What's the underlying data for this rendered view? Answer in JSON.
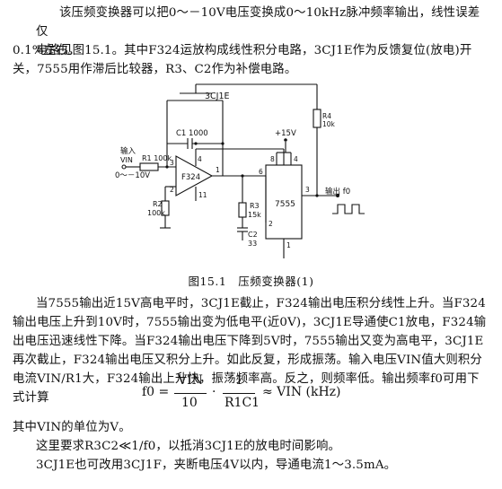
{
  "text": {
    "p1_a": "该压频变换器可以把0～－10V电压变换成0～10kHz脉冲频率输出，线性误差仅",
    "p1_b": "0.1%左右。",
    "p2": "电路见图15.1。其中F324运放构成线性积分电路，3CJ1E作为反馈复位(放电)开关，7555用作滞后比较器，R3、C2作为补偿电路。",
    "p3": "当7555输出近15V高电平时，3CJ1E截止，F324输出电压积分线性上升。当F324输出电压上升到10V时，7555输出变为低电平(近0V)，3CJ1E导通使C1放电，F324输出电压迅速线性下降。当F324输出电压下降到5V时，7555输出又变为高电平，3CJ1E再次截止，F324输出电压又积分上升。如此反复，形成振荡。输入电压VIN值大则积分电流VIN/R1大，F324输出上升快，振荡频率高。反之，则频率低。输出频率f0可用下式计算",
    "p4": "其中VIN的单位为V。",
    "p5": "这里要求R3C2≪1/f0，以抵消3CJ1E的放电时间影响。",
    "p6": "3CJ1E也可改用3CJ1F，夹断电压4V以内，导通电流1～3.5mA。"
  },
  "caption": "图15.1　压频变换器(1)",
  "formula": {
    "lhs": "f0 =",
    "num1": "VIN",
    "den1": "10",
    "dot": "·",
    "num2": "1",
    "den2": "R1C1",
    "rhs": "≈ VIN (kHz)"
  },
  "circuit": {
    "q1": "3CJ1E",
    "c1": "C1 1000",
    "vcc": "+15V",
    "input_label": "输入",
    "vin": "VIN",
    "r1": "R1 100k",
    "range": "0～－10V",
    "opamp": "F324",
    "pin4": "4",
    "pin3": "3",
    "pin2": "2",
    "pin11": "11",
    "pin1": "1",
    "r2": "R2",
    "r2v": "100k",
    "r3": "R3",
    "r3v": "15k",
    "c2": "C2",
    "c2v": "33",
    "r4": "R4",
    "r4v": "10k",
    "ic": "7555",
    "p6": "6",
    "p2": "2",
    "p3": "3",
    "p1": "1",
    "p8": "8",
    "p4": "4",
    "output": "输出 f0"
  }
}
